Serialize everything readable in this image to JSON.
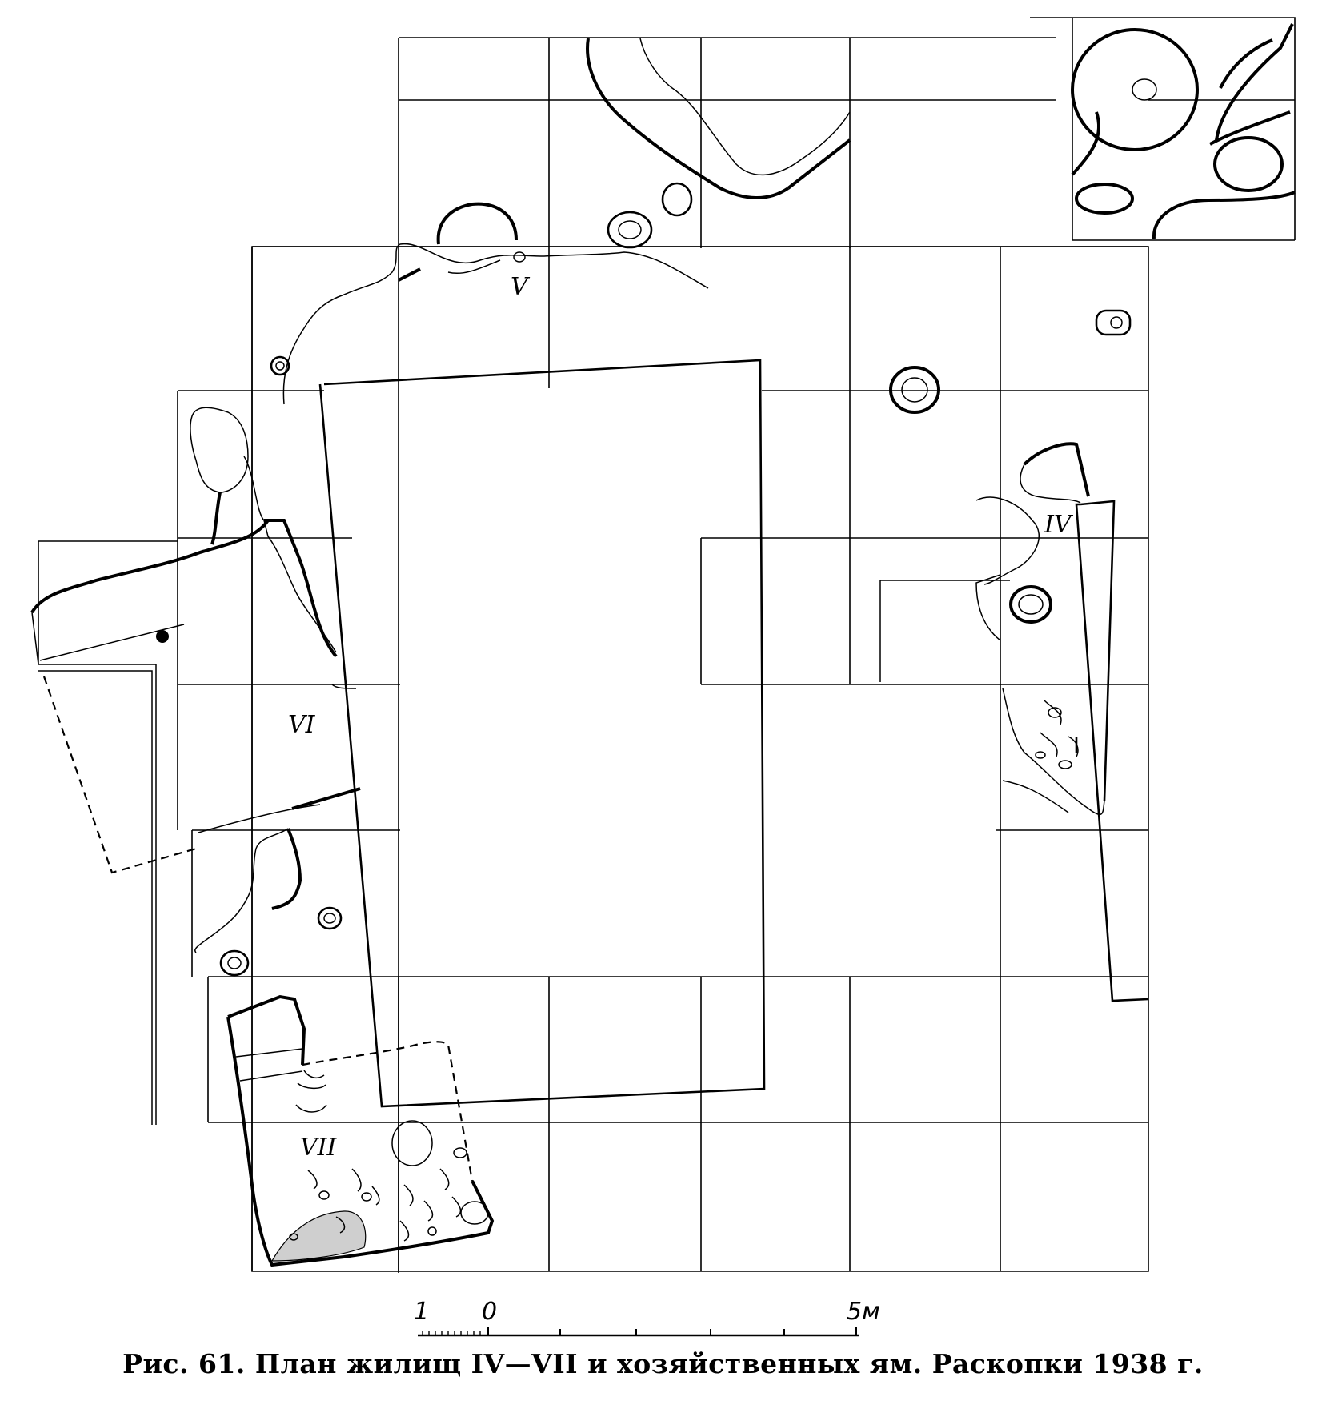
{
  "figure": {
    "caption": "Рис. 61. План жилищ IV—VII и хозяйственных ям. Раскопки 1938 г.",
    "dwelling_labels": {
      "iv": "IV",
      "v": "V",
      "vi": "VI",
      "vii": "VII"
    },
    "scale_bar": {
      "left_label": "1",
      "zero_label": "0",
      "end_label": "5м"
    }
  }
}
